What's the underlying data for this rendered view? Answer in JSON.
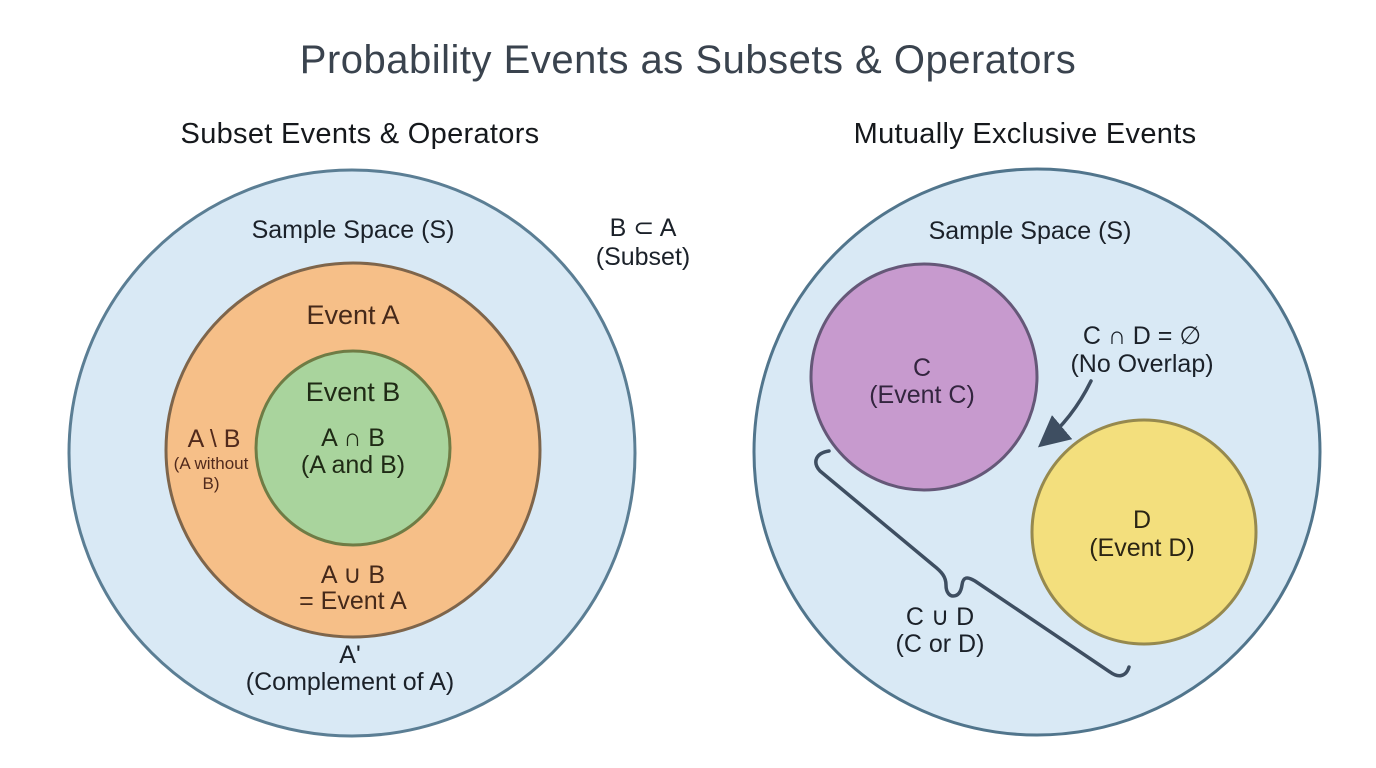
{
  "title": "Probability Events as Subsets & Operators",
  "left_panel": {
    "subtitle": "Subset Events & Operators",
    "sample_space_label": "Sample Space (S)",
    "event_a_label": "Event A",
    "event_b_label": "Event B",
    "intersection": {
      "formula": "A ∩ B",
      "description": "(A and B)"
    },
    "difference": {
      "formula": "A \\ B",
      "description_line1": "(A without",
      "description_line2": "B)"
    },
    "union": {
      "formula": "A ∪ B",
      "description": "= Event A"
    },
    "complement": {
      "formula": "A'",
      "description": "(Complement of A)"
    },
    "subset_note": {
      "formula": "B ⊂ A",
      "description": "(Subset)"
    }
  },
  "right_panel": {
    "subtitle": "Mutually Exclusive Events",
    "sample_space_label": "Sample Space (S)",
    "event_c": {
      "formula": "C",
      "description": "(Event C)"
    },
    "event_d": {
      "formula": "D",
      "description": "(Event D)"
    },
    "no_overlap": {
      "formula": "C ∩ D = ∅",
      "description": "(No Overlap)"
    },
    "union": {
      "formula": "C ∪ D",
      "description": "(C or D)"
    }
  },
  "colors": {
    "background": "#ffffff",
    "title_text": "#3a434e",
    "subtitle_text": "#15181c",
    "dark_text": "#1b2129",
    "brown_text": "#45291a",
    "maroon_text": "#512a1c",
    "green_text": "#1f2a15",
    "purple_text": "#33253f",
    "olive_text": "#2b2514",
    "sample_space_fill": "#d9e9f5",
    "sample_space_stroke_left": "#5b7e94",
    "sample_space_stroke_right": "#51758c",
    "event_a_fill": "#f6bf88",
    "event_a_stroke": "#7e654b",
    "event_b_fill": "#a9d49d",
    "event_b_stroke": "#6f7c45",
    "event_c_fill": "#c79ace",
    "event_c_stroke": "#655878",
    "event_d_fill": "#f3df7d",
    "event_d_stroke": "#96894e",
    "annotation_stroke": "#3e4e61"
  }
}
